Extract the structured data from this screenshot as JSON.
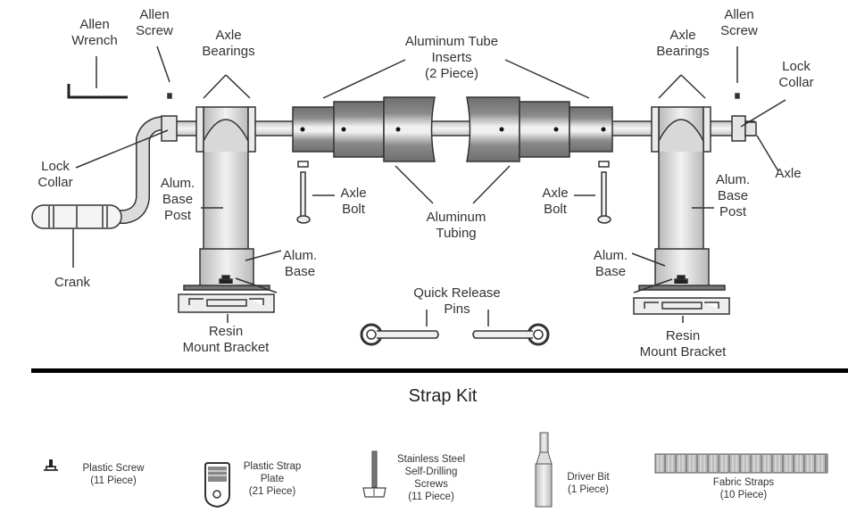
{
  "diagram": {
    "title": "Roller Assembly Parts Diagram",
    "main_assembly": {
      "labels": {
        "allen_wrench_left": [
          "Allen",
          "Wrench"
        ],
        "allen_screw_left": [
          "Allen",
          "Screw"
        ],
        "axle_bearings_left": [
          "Axle",
          "Bearings"
        ],
        "tube_inserts": [
          "Aluminum Tube",
          "Inserts",
          "(2 Piece)"
        ],
        "axle_bearings_right": [
          "Axle",
          "Bearings"
        ],
        "allen_screw_right": [
          "Allen",
          "Screw"
        ],
        "lock_collar_right": [
          "Lock",
          "Collar"
        ],
        "axle": [
          "Axle"
        ],
        "lock_collar_left": [
          "Lock",
          "Collar"
        ],
        "base_post_left": [
          "Alum.",
          "Base",
          "Post"
        ],
        "axle_bolt_left": [
          "Axle",
          "Bolt"
        ],
        "aluminum_tubing": [
          "Aluminum",
          "Tubing"
        ],
        "axle_bolt_right": [
          "Axle",
          "Bolt"
        ],
        "base_post_right": [
          "Alum.",
          "Base",
          "Post"
        ],
        "crank": [
          "Crank"
        ],
        "alum_base_left": [
          "Alum.",
          "Base"
        ],
        "alum_base_right": [
          "Alum.",
          "Base"
        ],
        "quick_release_pins": [
          "Quick Release",
          "Pins"
        ],
        "resin_bracket_left": [
          "Resin",
          "Mount Bracket"
        ],
        "resin_bracket_right": [
          "Resin",
          "Mount Bracket"
        ]
      }
    },
    "strap_kit": {
      "heading": "Strap Kit",
      "items": [
        {
          "icon": "plastic-screw-icon",
          "lines": [
            "Plastic Screw",
            "(11 Piece)"
          ]
        },
        {
          "icon": "strap-plate-icon",
          "lines": [
            "Plastic Strap",
            "Plate",
            "(21 Piece)"
          ]
        },
        {
          "icon": "self-drilling-screw-icon",
          "lines": [
            "Stainless Steel",
            "Self-Drilling",
            "Screws",
            "(11 Piece)"
          ]
        },
        {
          "icon": "driver-bit-icon",
          "lines": [
            "Driver Bit",
            "(1 Piece)"
          ]
        },
        {
          "icon": "fabric-strap-icon",
          "lines": [
            "Fabric Straps",
            "(10 Piece)"
          ]
        }
      ]
    },
    "colors": {
      "line": "#333333",
      "metal_light": "#e4e4e4",
      "metal_mid": "#bdbdbd",
      "metal_dark": "#7a7a7a",
      "divider": "#000000"
    }
  }
}
